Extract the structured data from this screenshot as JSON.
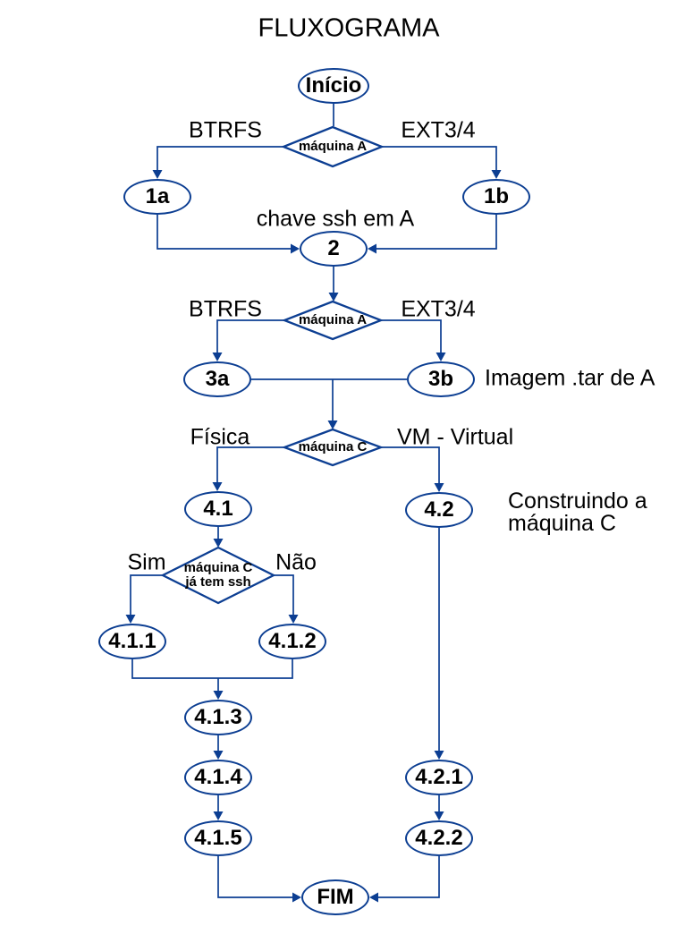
{
  "title": "FLUXOGRAMA",
  "colors": {
    "line": "#0c3e92",
    "text": "#000000",
    "background": "#ffffff"
  },
  "nodes": {
    "inicio": {
      "label": "Início"
    },
    "n1a": {
      "label": "1a"
    },
    "n1b": {
      "label": "1b"
    },
    "n2": {
      "label": "2"
    },
    "n3a": {
      "label": "3a"
    },
    "n3b": {
      "label": "3b"
    },
    "n41": {
      "label": "4.1"
    },
    "n42": {
      "label": "4.2"
    },
    "n411": {
      "label": "4.1.1"
    },
    "n412": {
      "label": "4.1.2"
    },
    "n413": {
      "label": "4.1.3"
    },
    "n414": {
      "label": "4.1.4"
    },
    "n415": {
      "label": "4.1.5"
    },
    "n421": {
      "label": "4.2.1"
    },
    "n422": {
      "label": "4.2.2"
    },
    "fim": {
      "label": "FIM"
    }
  },
  "decisions": {
    "d1": {
      "label": "máquina A",
      "left_branch": "BTRFS",
      "right_branch": "EXT3/4"
    },
    "d2": {
      "label": "máquina A",
      "left_branch": "BTRFS",
      "right_branch": "EXT3/4"
    },
    "d3": {
      "label": "máquina C",
      "left_branch": "Física",
      "right_branch": "VM - Virtual"
    },
    "d4": {
      "line1": "máquina C",
      "line2": "já tem ssh",
      "left_branch": "Sim",
      "right_branch": "Não"
    }
  },
  "annotations": {
    "chave_ssh": "chave ssh em A",
    "imagem_tar": "Imagem .tar de A",
    "construindo_line1": "Construindo a",
    "construindo_line2": "máquina C"
  }
}
